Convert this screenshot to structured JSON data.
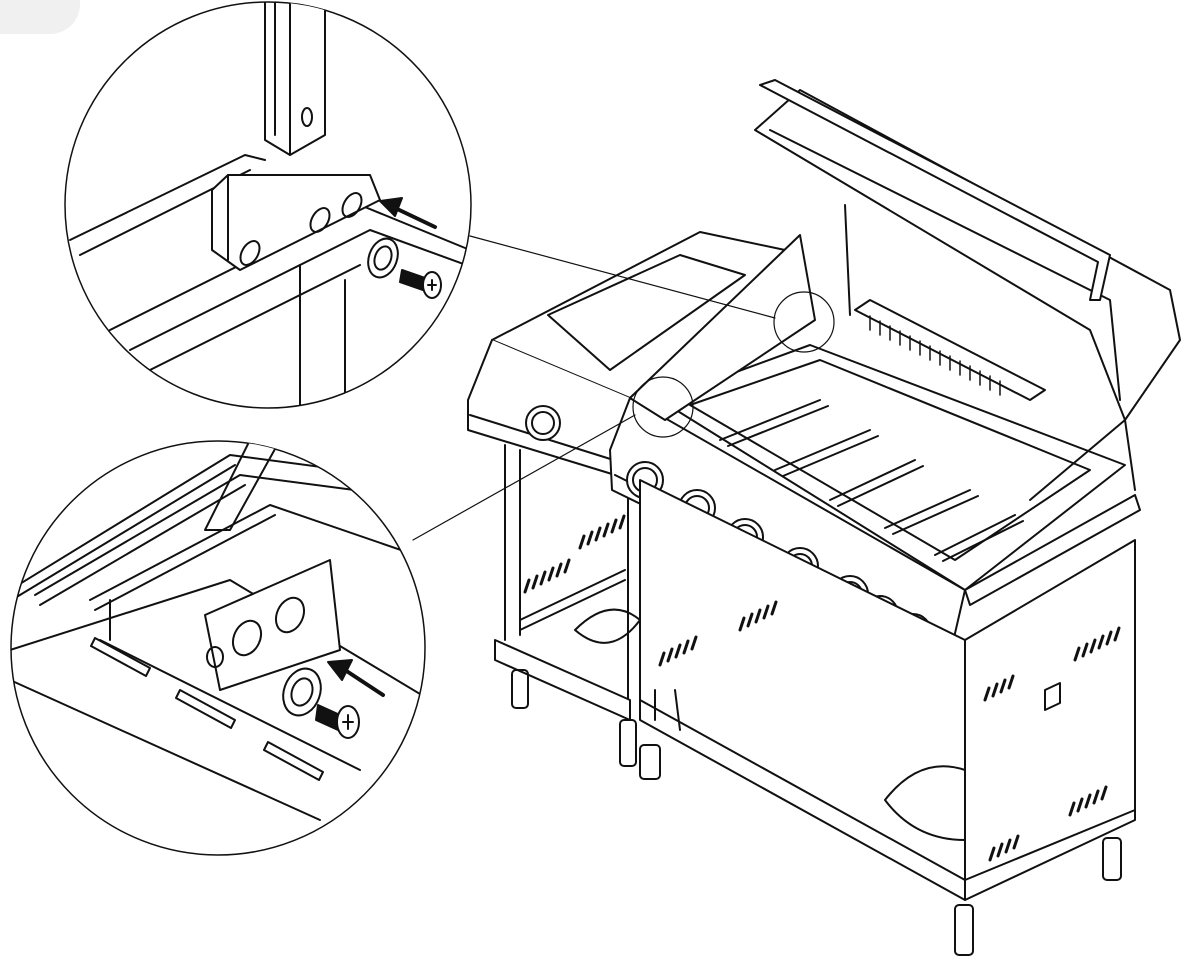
{
  "figure": {
    "type": "assembly-instruction-illustration",
    "subject": "gas-grill-with-side-burner-cabinet",
    "main_burner_knobs": 6,
    "side_burner_knobs": 1,
    "detail_callouts": 2,
    "callout_part": "screw-with-washer",
    "arrow_direction": "insert-toward-panel"
  },
  "colors": {
    "line": "#111111",
    "fill": "#ffffff",
    "corner_tab": "#f0f0f0"
  },
  "icons": [
    "insertion-arrow-icon",
    "screw-icon",
    "washer-icon"
  ]
}
